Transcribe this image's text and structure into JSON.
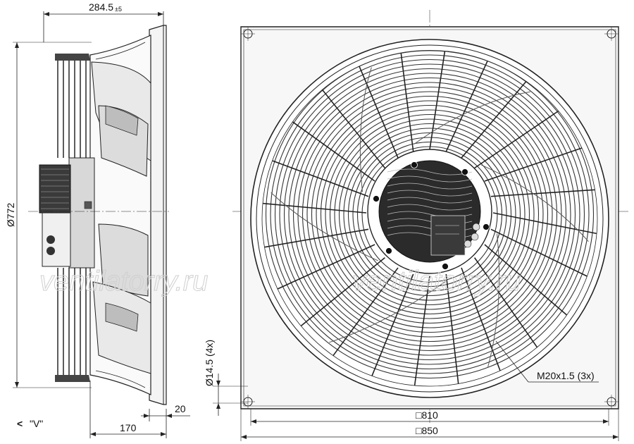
{
  "dimensions": {
    "depth": "284.5",
    "depth_tol": "±5",
    "diameter": "Ø772",
    "hub": "170",
    "plate": "20",
    "view_label": "\"V\"",
    "hole": "Ø14.5 (4x)",
    "thread": "M20x1.5 (3x)",
    "frame_inner": "□810",
    "frame_outer": "□850"
  },
  "watermark": {
    "left": "ventilatorry.ru",
    "right": "ventilatorry.ru"
  },
  "icons": {
    "view_arrow": "less-than-arrow"
  },
  "colors": {
    "line": "#222222",
    "fill_dark": "#2b2b2b",
    "fill_light": "#e8e8e8",
    "watermark": "#cfcfcf"
  }
}
